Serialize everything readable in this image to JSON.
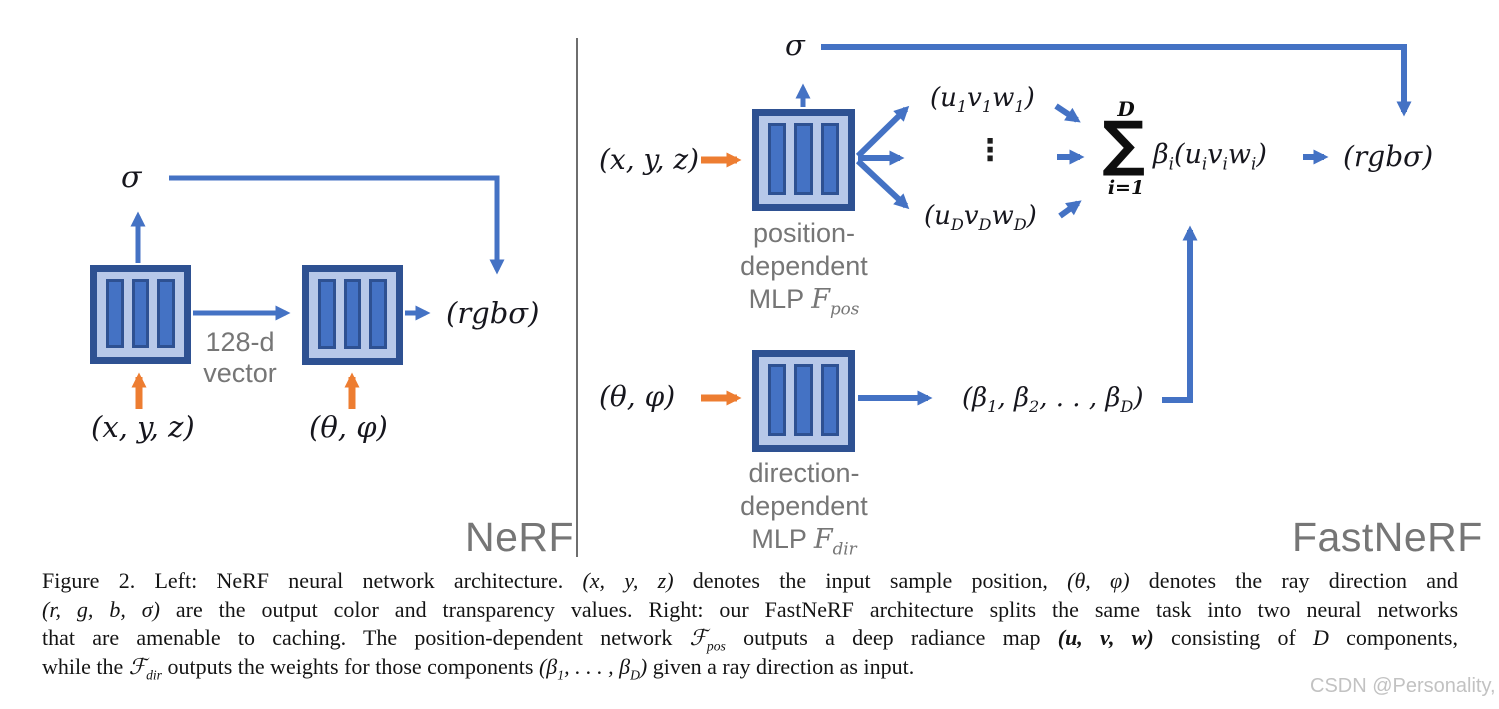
{
  "palette": {
    "blue": "#4472c4",
    "orange": "#ed7d31",
    "block_dark": "#2e5192",
    "block_light": "#b7c8e9",
    "gray_label": "#767676",
    "divider": "#6e6e6e",
    "caption_color": "#141414",
    "watermark": "#c2c2c2"
  },
  "left": {
    "sigma": "σ",
    "bridge_label_1": "128-d",
    "bridge_label_2": "vector",
    "input_position": "(x, y, z)",
    "input_direction": "(θ, φ)",
    "output": "(rgbσ)",
    "title": "NeRF"
  },
  "right": {
    "sigma": "σ",
    "input_position": "(x, y, z)",
    "input_direction": "(θ, φ)",
    "vdots": "⋮",
    "uvw_first": [
      {
        "t": "(u",
        "s": "i"
      },
      {
        "t": "1",
        "s": "s"
      },
      {
        "t": "v",
        "s": "i"
      },
      {
        "t": "1",
        "s": "s"
      },
      {
        "t": "w",
        "s": "i"
      },
      {
        "t": "1",
        "s": "s"
      },
      {
        "t": ")",
        "s": "i"
      }
    ],
    "uvw_last": [
      {
        "t": "(u",
        "s": "i"
      },
      {
        "t": "D",
        "s": "s"
      },
      {
        "t": "v",
        "s": "i"
      },
      {
        "t": "D",
        "s": "s"
      },
      {
        "t": "w",
        "s": "i"
      },
      {
        "t": "D",
        "s": "s"
      },
      {
        "t": ")",
        "s": "i"
      }
    ],
    "sum_upper": "D",
    "sum_symbol": "∑",
    "sum_lower": "i=1",
    "sum_expr": [
      {
        "t": "β",
        "s": "i"
      },
      {
        "t": "i",
        "s": "s"
      },
      {
        "t": "(u",
        "s": "i"
      },
      {
        "t": "i",
        "s": "s"
      },
      {
        "t": "v",
        "s": "i"
      },
      {
        "t": "i",
        "s": "s"
      },
      {
        "t": "w",
        "s": "i"
      },
      {
        "t": "i",
        "s": "s"
      },
      {
        "t": ")",
        "s": "i"
      }
    ],
    "output": "(rgbσ)",
    "beta_vector": [
      {
        "t": "(β",
        "s": "i"
      },
      {
        "t": "1",
        "s": "s"
      },
      {
        "t": ", β",
        "s": "i"
      },
      {
        "t": "2",
        "s": "s"
      },
      {
        "t": ", . . , β",
        "s": "i"
      },
      {
        "t": "D",
        "s": "s"
      },
      {
        "t": ")",
        "s": "i"
      }
    ],
    "pos_label_1": "position-",
    "pos_label_2": "dependent",
    "mlp_prefix": "MLP ",
    "pos_mlp_math": [
      {
        "t": "F",
        "s": "i"
      },
      {
        "t": "pos",
        "s": "s"
      }
    ],
    "dir_label_1": "direction-",
    "dir_label_2": "dependent",
    "dir_mlp_math": [
      {
        "t": "F",
        "s": "i"
      },
      {
        "t": "dir",
        "s": "s"
      }
    ],
    "title": "FastNeRF"
  },
  "caption": {
    "lines": [
      [
        {
          "t": "Figure 2. Left: NeRF neural network architecture. ",
          "s": "n"
        },
        {
          "t": "(x, y, z)",
          "s": "i"
        },
        {
          "t": " denotes the input sample position, ",
          "s": "n"
        },
        {
          "t": "(θ, φ)",
          "s": "i"
        },
        {
          "t": " denotes the ray direction and",
          "s": "n"
        }
      ],
      [
        {
          "t": "(r, g, b, σ)",
          "s": "i"
        },
        {
          "t": " are the output color and transparency values. Right: our FastNeRF architecture splits the same task into two neural networks",
          "s": "n"
        }
      ],
      [
        {
          "t": "that are amenable to caching. The position-dependent network ",
          "s": "n"
        },
        {
          "t": "ℱ",
          "s": "i"
        },
        {
          "t": "pos",
          "s": "s"
        },
        {
          "t": " outputs a deep radiance map ",
          "s": "n"
        },
        {
          "t": "(u, v, w)",
          "s": "b"
        },
        {
          "t": " consisting of ",
          "s": "n"
        },
        {
          "t": "D",
          "s": "i"
        },
        {
          "t": " components,",
          "s": "n"
        }
      ],
      [
        {
          "t": "while the ",
          "s": "n"
        },
        {
          "t": "ℱ",
          "s": "i"
        },
        {
          "t": "dir",
          "s": "s"
        },
        {
          "t": " outputs the weights for those components ",
          "s": "n"
        },
        {
          "t": "(β",
          "s": "i"
        },
        {
          "t": "1",
          "s": "s"
        },
        {
          "t": ", . . . , β",
          "s": "i"
        },
        {
          "t": "D",
          "s": "s"
        },
        {
          "t": ")",
          "s": "i"
        },
        {
          "t": " given a ray direction as input.",
          "s": "n"
        }
      ]
    ]
  },
  "watermark": "CSDN @Personality,"
}
